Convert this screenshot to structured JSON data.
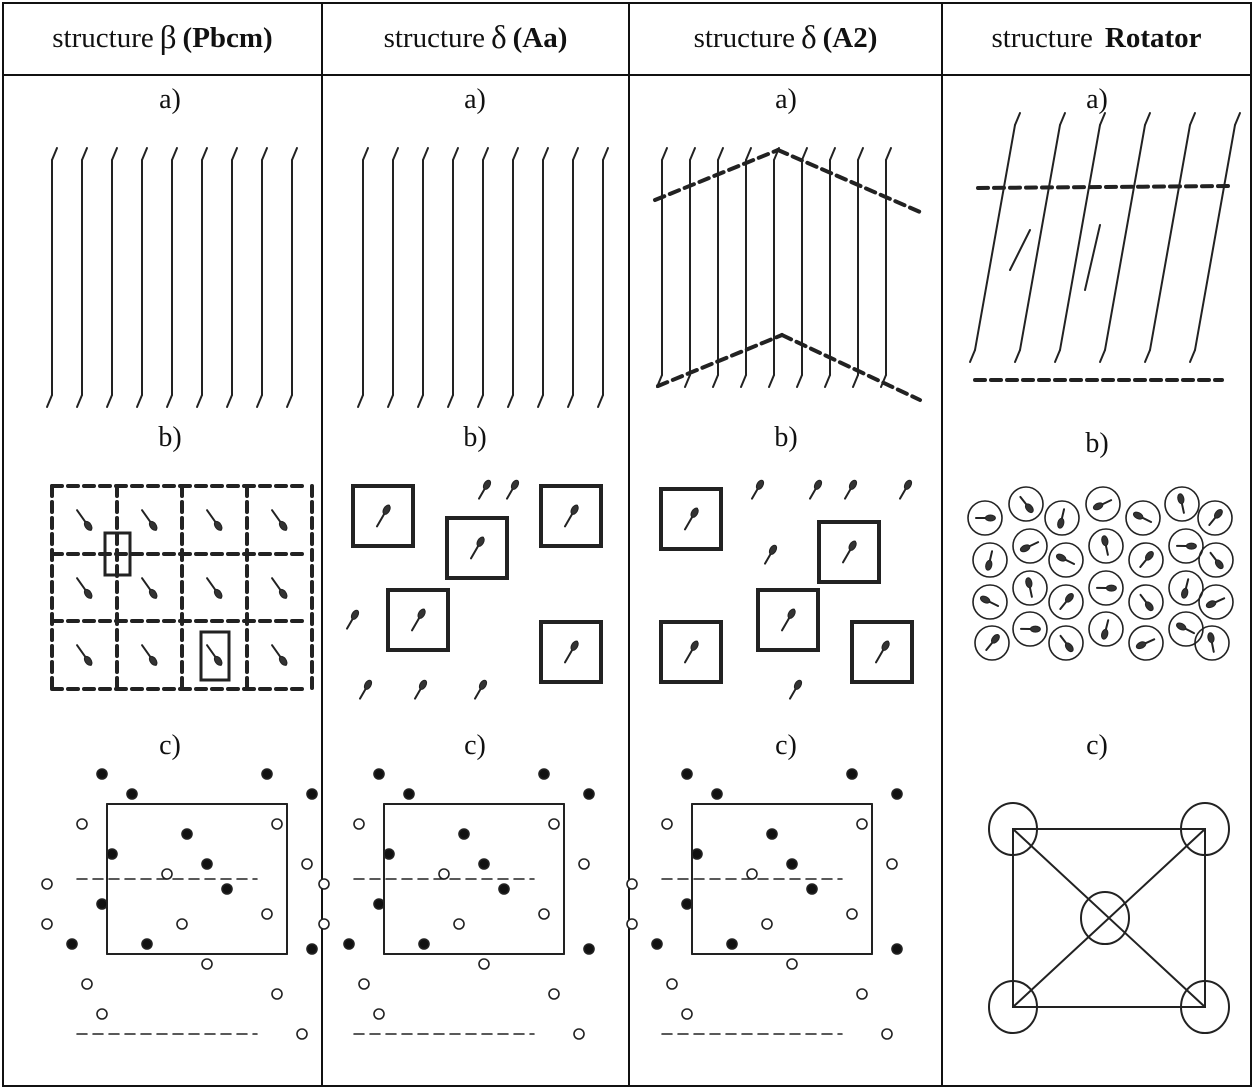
{
  "columns": [
    {
      "prefix": "structure",
      "symbol": "β",
      "group": "(Pbcm)"
    },
    {
      "prefix": "structure",
      "symbol": "δ",
      "group": "(Aa)"
    },
    {
      "prefix": "structure",
      "symbol": "δ",
      "group": "(A2)"
    },
    {
      "prefix": "structure",
      "symbol": "",
      "group": "Rotator"
    }
  ],
  "panel_labels": [
    "a)",
    "b)",
    "c)"
  ]
}
